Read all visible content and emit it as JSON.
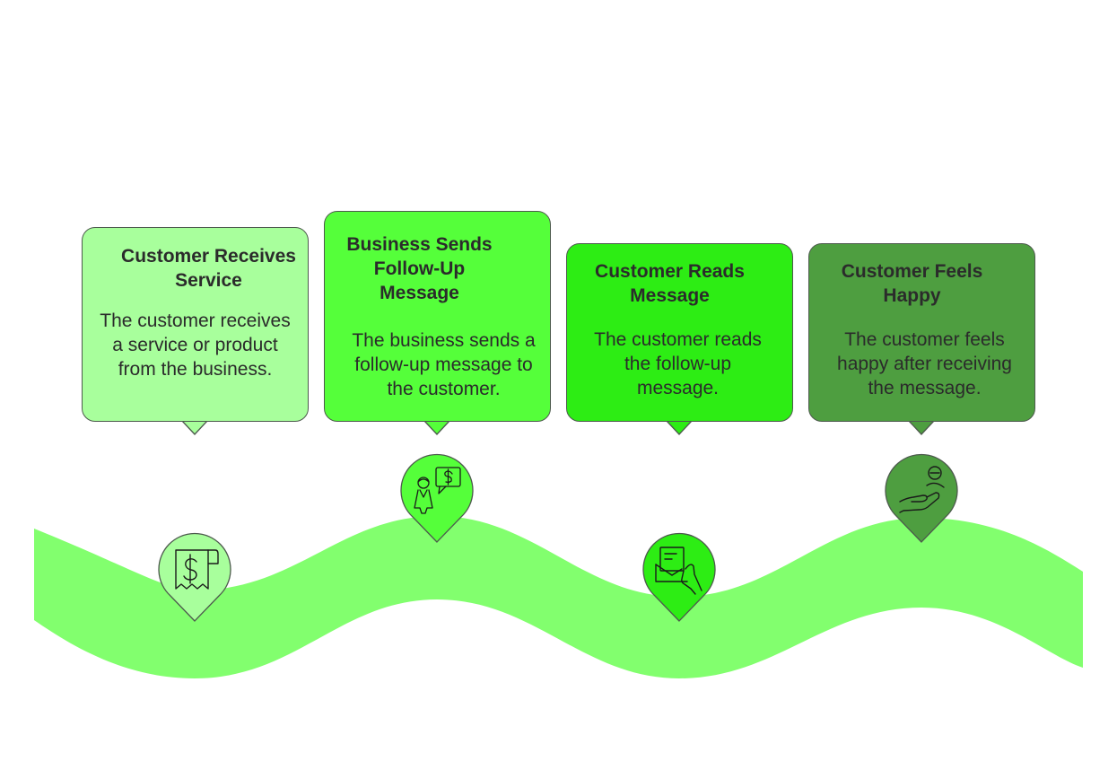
{
  "colors": {
    "wave": "#82ff6e",
    "outline": "#4d5a4d",
    "icon_stroke": "#1a1a1a",
    "step_1": "#a8ff9c",
    "step_2": "#55ff3a",
    "step_3": "#2ded14",
    "step_4": "#4e9e40"
  },
  "steps": [
    {
      "title": "Customer Receives Service",
      "description": "The customer receives a service or product from the business.",
      "icon": "receipt-dollar-icon"
    },
    {
      "title": "Business Sends Follow-Up Message",
      "description": "The business sends a follow-up message to the customer.",
      "icon": "person-chat-dollar-icon"
    },
    {
      "title": "Customer Reads Message",
      "description": "The customer reads the follow-up message.",
      "icon": "hand-envelope-icon"
    },
    {
      "title": "Customer Feels Happy",
      "description": "The customer feels happy after receiving the message.",
      "icon": "hand-receiving-icon"
    }
  ]
}
